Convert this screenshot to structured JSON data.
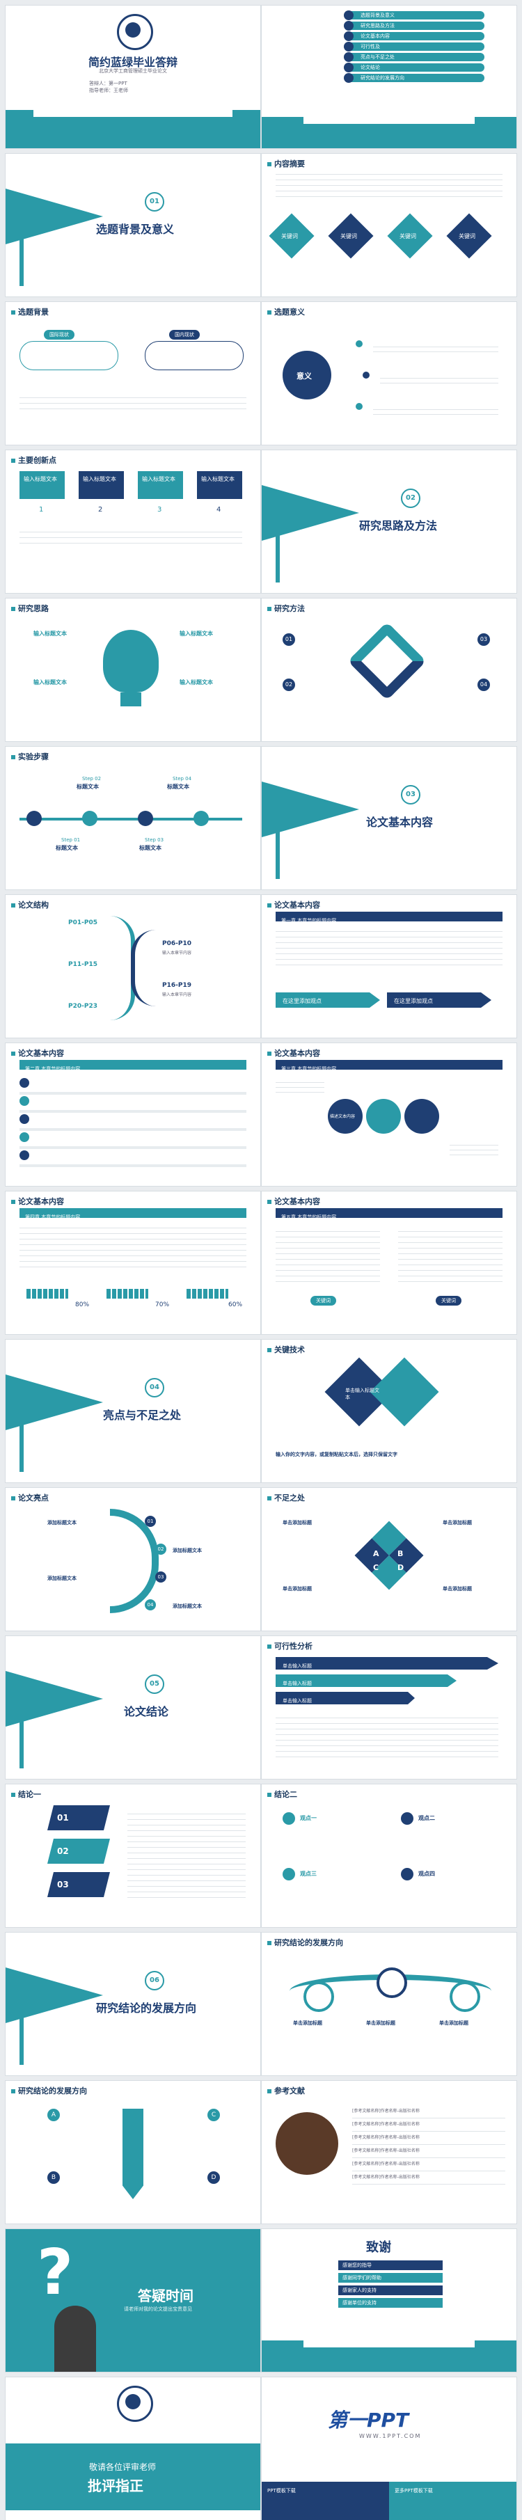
{
  "cover": {
    "title": "简约蓝绿毕业答辩",
    "subtitle": "北京大学工商管理硕士毕业论文",
    "defender": "答辩人：第一PPT",
    "advisor": "指导老师：王老师"
  },
  "toc": {
    "items": [
      "选题背景及意义",
      "研究思路及方法",
      "论文基本内容",
      "可行性及",
      "亮点与不足之处",
      "论文结论",
      "研究结论的发展方向"
    ]
  },
  "sec1": {
    "num": "01",
    "title": "选题背景及意义"
  },
  "content_summary": {
    "title": "内容摘要",
    "keywords": [
      "关键词",
      "关键词",
      "关键词",
      "关键词"
    ]
  },
  "bg": {
    "title": "选题背景",
    "labels": [
      "国际现状",
      "国内现状"
    ]
  },
  "meaning": {
    "title": "选题意义",
    "center": "意义"
  },
  "innov": {
    "title": "主要创新点",
    "cards": [
      "输入标题文本",
      "输入标题文本",
      "输入标题文本",
      "输入标题文本"
    ],
    "nums": [
      "1",
      "2",
      "3",
      "4"
    ]
  },
  "sec2": {
    "num": "02",
    "title": "研究思路及方法"
  },
  "idea": {
    "title": "研究思路",
    "labels": [
      "输入标题文本",
      "输入标题文本",
      "输入标题文本",
      "输入标题文本"
    ]
  },
  "method": {
    "title": "研究方法",
    "nums": [
      "01",
      "02",
      "03",
      "04"
    ]
  },
  "steps": {
    "title": "实验步骤",
    "labels": [
      "Step 01",
      "Step 02",
      "Step 03",
      "Step 04"
    ],
    "names": [
      "标题文本",
      "标题文本",
      "标题文本",
      "标题文本"
    ]
  },
  "sec3": {
    "num": "03",
    "title": "论文基本内容"
  },
  "structure": {
    "title": "论文结构",
    "left": [
      "P01-P05",
      "P11-P15",
      "P20-P23"
    ],
    "right": [
      "P06-P10",
      "P16-P19"
    ],
    "right_sub": [
      "输入本章节内容",
      "输入本章节内容"
    ]
  },
  "c1": {
    "title": "论文基本内容",
    "chapter": "第一章   本章节的标题内容",
    "tags": [
      "在这里添加观点",
      "在这里添加观点"
    ]
  },
  "c2": {
    "title": "论文基本内容",
    "chapter": "第二章   本章节的标题内容"
  },
  "c3": {
    "title": "论文基本内容",
    "chapter": "第三章   本章节的标题内容",
    "center": "描述文本内容"
  },
  "c4": {
    "title": "论文基本内容",
    "chapter": "第四章   本章节的标题内容",
    "percents": [
      "80%",
      "70%",
      "60%"
    ]
  },
  "c5": {
    "title": "论文基本内容",
    "chapter": "第五章   本章节的标题内容",
    "tags": [
      "关键词",
      "关键词"
    ]
  },
  "sec4": {
    "num": "04",
    "title": "亮点与不足之处"
  },
  "tech": {
    "title": "关键技术",
    "center": "单击输入标题文本",
    "note": "输入你的文字内容，或复制粘贴文本后，选择只保留文字"
  },
  "highlight": {
    "title": "论文亮点",
    "labels": [
      "添加标题文本",
      "添加标题文本",
      "添加标题文本",
      "添加标题文本"
    ],
    "nums": [
      "01",
      "02",
      "03",
      "04"
    ]
  },
  "shortcoming": {
    "title": "不足之处",
    "letters": [
      "A",
      "B",
      "C",
      "D"
    ],
    "labels": [
      "单击添加标题",
      "单击添加标题",
      "单击添加标题",
      "单击添加标题"
    ]
  },
  "sec5": {
    "num": "05",
    "title": "论文结论"
  },
  "feasibility": {
    "title": "可行性分析",
    "arrows": [
      "单击输入标题",
      "单击输入标题",
      "单击输入标题"
    ]
  },
  "concl1": {
    "title": "结论一",
    "labels": [
      "01",
      "02",
      "03"
    ]
  },
  "concl2": {
    "title": "结论二",
    "points": [
      "观点一",
      "观点二",
      "观点三",
      "观点四"
    ]
  },
  "sec6": {
    "num": "06",
    "title": "研究结论的发展方向"
  },
  "direction": {
    "title": "研究结论的发展方向",
    "labels": [
      "单击添加标题",
      "单击添加标题",
      "单击添加标题"
    ]
  },
  "dir2": {
    "title": "研究结论的发展方向",
    "letters": [
      "A",
      "B",
      "C",
      "D"
    ]
  },
  "refs": {
    "title": "参考文献",
    "items": [
      "[参考文献名称]作者名称-出版社名称",
      "[参考文献名称]作者名称-出版社名称",
      "[参考文献名称]作者名称-出版社名称",
      "[参考文献名称]作者名称-出版社名称",
      "[参考文献名称]作者名称-出版社名称",
      "[参考文献名称]作者名称-出版社名称"
    ]
  },
  "qa": {
    "title": "答疑时间",
    "sub": "请老师对我的论文提出宝贵意见"
  },
  "thanks": {
    "title": "致谢",
    "lines": [
      "感谢您的指导",
      "感谢同学们的帮助",
      "感谢家人的支持",
      "感谢单位的支持"
    ]
  },
  "end": {
    "line1": "敬请各位评审老师",
    "line2": "批评指正"
  },
  "brand": {
    "name": "第一PPT",
    "url": "WWW.1PPT.COM"
  },
  "footer": {
    "left": "PPT模板下载",
    "right": "更多PPT模板下载"
  }
}
